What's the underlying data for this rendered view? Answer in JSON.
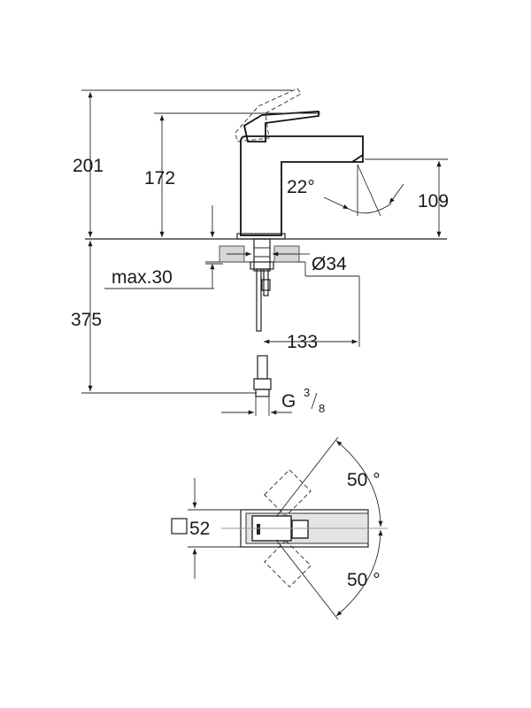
{
  "side_view": {
    "height_total": "201",
    "height_lever": "172",
    "spout_height": "109",
    "spout_angle": "22°",
    "max_deck_thickness": "max.30",
    "hole_diameter": "Ø34",
    "hose_length": "375",
    "projection": "133",
    "thread_main": "G",
    "thread_num": "3",
    "thread_den": "8"
  },
  "top_view": {
    "body_size": "52",
    "lever_angle_up": "50 °",
    "lever_angle_down": "50 °"
  }
}
